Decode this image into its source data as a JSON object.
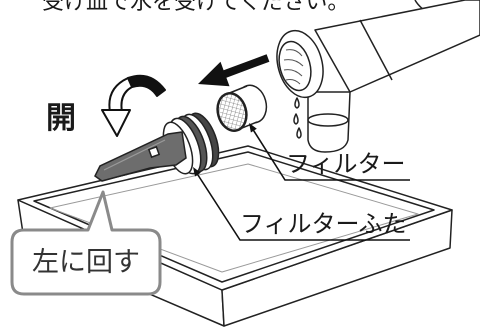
{
  "instruction_text": "受け皿で水を受けてください。",
  "labels": {
    "open": "開",
    "filter": "フィルター",
    "filter_cap": "フィルターふた",
    "turn_left": "左に回す"
  },
  "icons": {
    "rotation": "rotation-arrow-icon",
    "direction": "direction-arrow-icon"
  },
  "colors": {
    "line": "#222222",
    "lever": "#6d6d6d",
    "callout_border": "#8a8a8a",
    "background": "#ffffff"
  }
}
